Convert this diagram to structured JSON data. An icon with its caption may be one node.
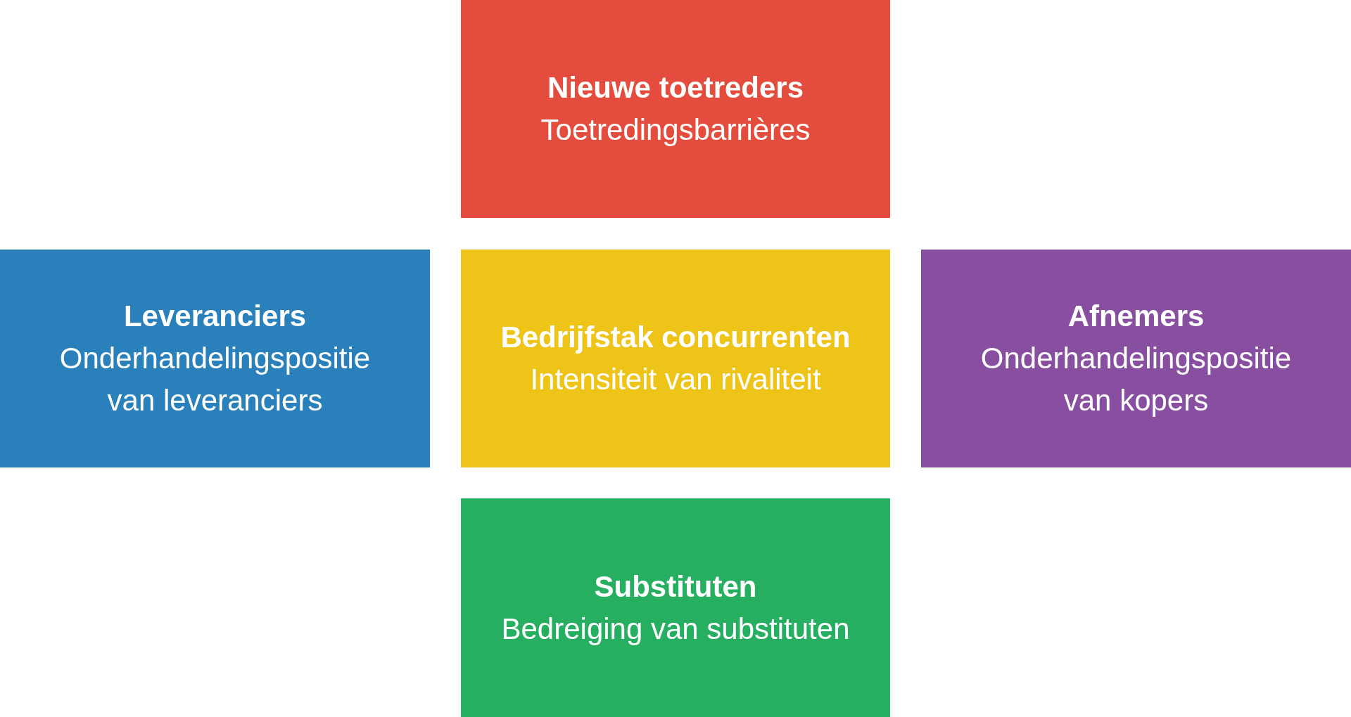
{
  "diagram": {
    "nodes": [
      {
        "text": [
          "Nieuwe toetreders",
          "Toetredingsbarrières"
        ]
      },
      {
        "text": [
          "Leveranciers",
          "Onderhandelingspositie van leveranciers"
        ]
      },
      {
        "text": [
          "Bedrijfstak concurrenten",
          "Intensiteit van rivaliteit"
        ]
      },
      {
        "text": [
          "Afnemers",
          "Onderhandelingspositie van kopers"
        ]
      },
      {
        "text": [
          "Substituten",
          "Bedreiging van substituten"
        ]
      }
    ]
  }
}
